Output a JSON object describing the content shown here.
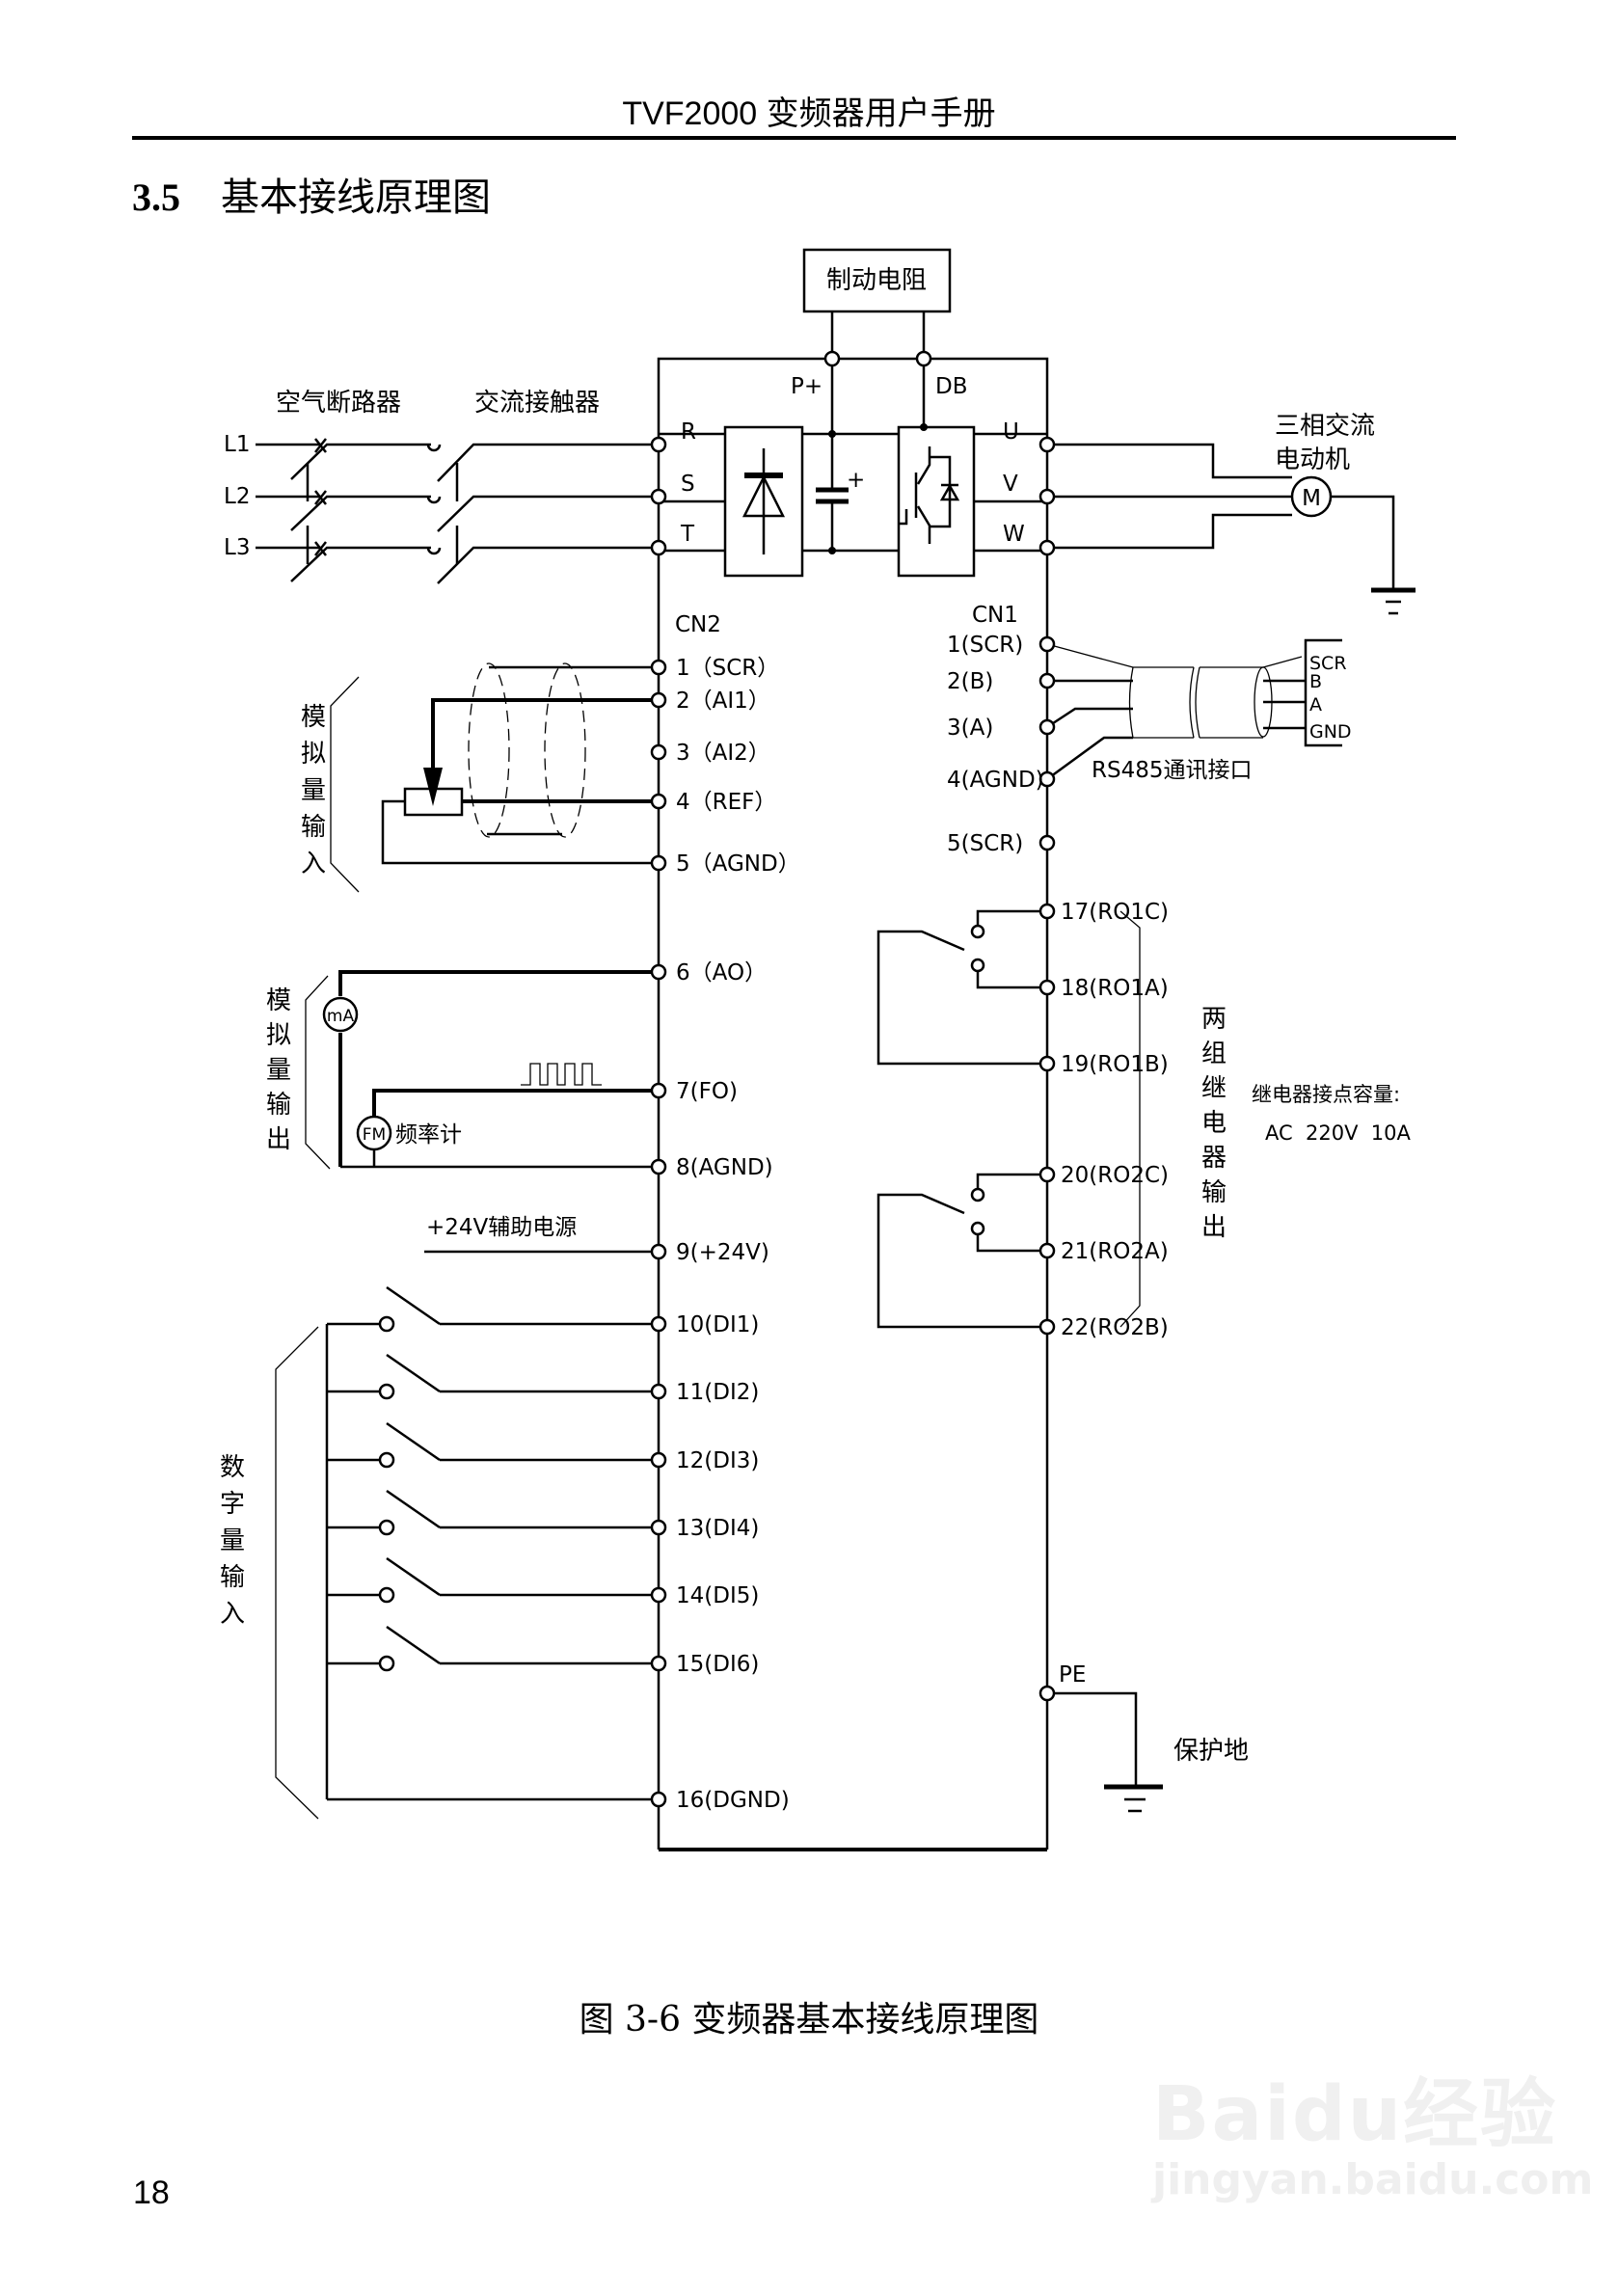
{
  "header": {
    "title": "TVF2000 变频器用户手册"
  },
  "section": {
    "number": "3.5",
    "title": "基本接线原理图"
  },
  "diagram": {
    "brake_resistor": "制动电阻",
    "dc_bus": {
      "p_plus": "P+",
      "db": "DB"
    },
    "power_in": {
      "lines": [
        "L1",
        "L2",
        "L3"
      ],
      "breaker_label": "空气断路器",
      "contactor_label": "交流接触器",
      "terminals": [
        "R",
        "S",
        "T"
      ]
    },
    "power_out": {
      "terminals": [
        "U",
        "V",
        "W"
      ],
      "motor_label_1": "三相交流",
      "motor_label_2": "电动机",
      "motor_symbol": "M"
    },
    "cn2": {
      "label": "CN2",
      "terminals": [
        "1（SCR）",
        "2（AI1）",
        "3（AI2）",
        "4（REF）",
        "5（AGND）",
        "6（AO）",
        "7(FO)",
        "8(AGND)",
        "9(+24V)",
        "10(DI1)",
        "11(DI2)",
        "12(DI3)",
        "13(DI4)",
        "14(DI5)",
        "15(DI6)",
        "16(DGND)"
      ]
    },
    "cn1": {
      "label": "CN1",
      "terminals": [
        "1(SCR)",
        "2(B)",
        "3(A)",
        "4(AGND)",
        "5(SCR)"
      ],
      "rs485_label": "RS485通讯接口",
      "rs485_pins": [
        "SCR",
        "B",
        "A",
        "GND"
      ]
    },
    "relays": {
      "terminals": [
        "17(RO1C)",
        "18(RO1A)",
        "19(RO1B)",
        "20(RO2C)",
        "21(RO2A)",
        "22(RO2B)"
      ],
      "group_label": "两组继电器输出",
      "capacity_label": "继电器接点容量:",
      "capacity_value": "AC  220V  10A"
    },
    "groups": {
      "analog_input": "模拟量输入",
      "analog_output": "模拟量输出",
      "digital_input": "数字量输入"
    },
    "meters": {
      "ma": "mA",
      "fm": "FM",
      "fm_label": "频率计"
    },
    "aux_power": "+24V辅助电源",
    "pe": {
      "label": "PE",
      "ground_label": "保护地"
    }
  },
  "caption": "图 3-6  变频器基本接线原理图",
  "page_number": "18",
  "watermark": {
    "brand": "Baidu经验",
    "url": "jingyan.baidu.com"
  }
}
